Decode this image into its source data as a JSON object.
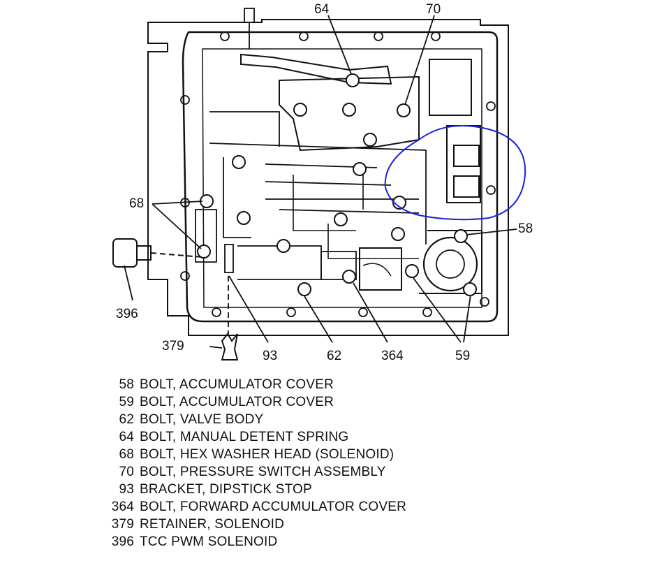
{
  "callouts": {
    "c64": "64",
    "c70": "70",
    "c68": "68",
    "c58": "58",
    "c396": "396",
    "c379": "379",
    "c93": "93",
    "c62": "62",
    "c364": "364",
    "c59": "59"
  },
  "legend": [
    {
      "num": "58",
      "desc": "BOLT, ACCUMULATOR COVER"
    },
    {
      "num": "59",
      "desc": "BOLT, ACCUMULATOR COVER"
    },
    {
      "num": "62",
      "desc": "BOLT, VALVE BODY"
    },
    {
      "num": "64",
      "desc": "BOLT, MANUAL DETENT SPRING"
    },
    {
      "num": "68",
      "desc": "BOLT, HEX WASHER HEAD (SOLENOID)"
    },
    {
      "num": "70",
      "desc": "BOLT, PRESSURE SWITCH ASSEMBLY"
    },
    {
      "num": "93",
      "desc": "BRACKET, DIPSTICK STOP"
    },
    {
      "num": "364",
      "desc": "BOLT, FORWARD ACCUMULATOR COVER"
    },
    {
      "num": "379",
      "desc": "RETAINER, SOLENOID"
    },
    {
      "num": "396",
      "desc": "TCC PWM SOLENOID"
    }
  ],
  "colors": {
    "line": "#111111",
    "highlight": "#1a22d8",
    "background": "#ffffff"
  }
}
